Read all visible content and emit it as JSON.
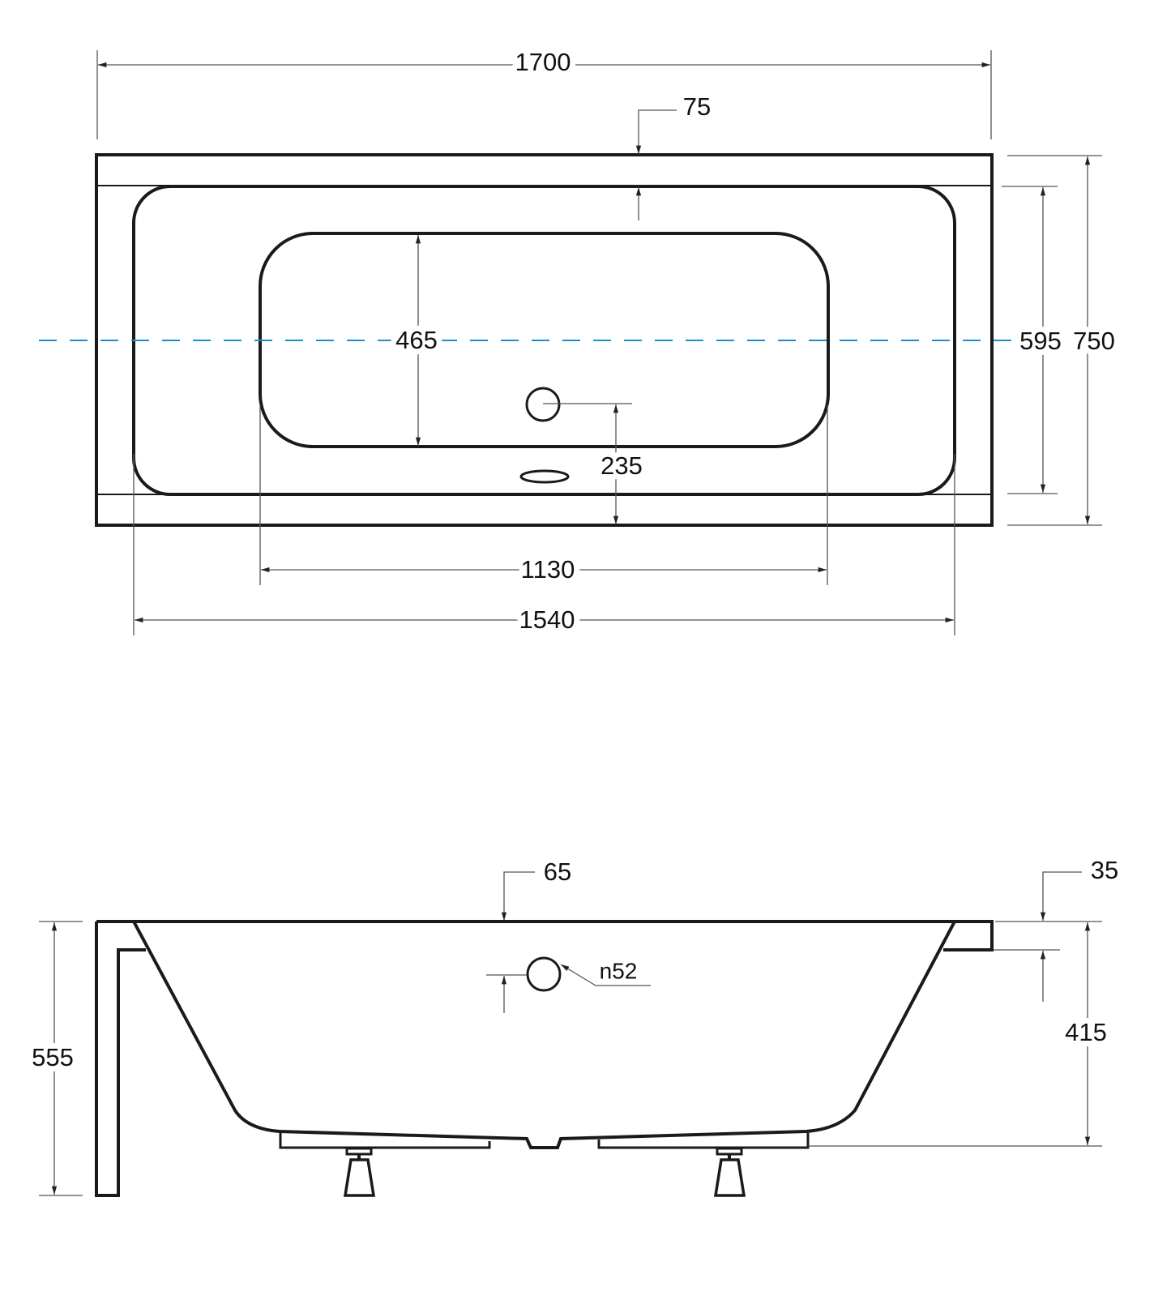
{
  "title": "Bathtub technical drawing",
  "colors": {
    "outline": "#1a1a1a",
    "centerline": "#1a8fd0"
  },
  "top_view": {
    "overall_length": "1700",
    "rim_width": "75",
    "inner_basin_width": "465",
    "overflow_height": "235",
    "basin_width": "595",
    "overall_width": "750",
    "inner_basin_length": "1130",
    "basin_length": "1540"
  },
  "side_view": {
    "rim_offset": "65",
    "rim_thickness": "35",
    "overflow_diameter": "n52",
    "basin_depth": "415",
    "overall_height": "555"
  }
}
